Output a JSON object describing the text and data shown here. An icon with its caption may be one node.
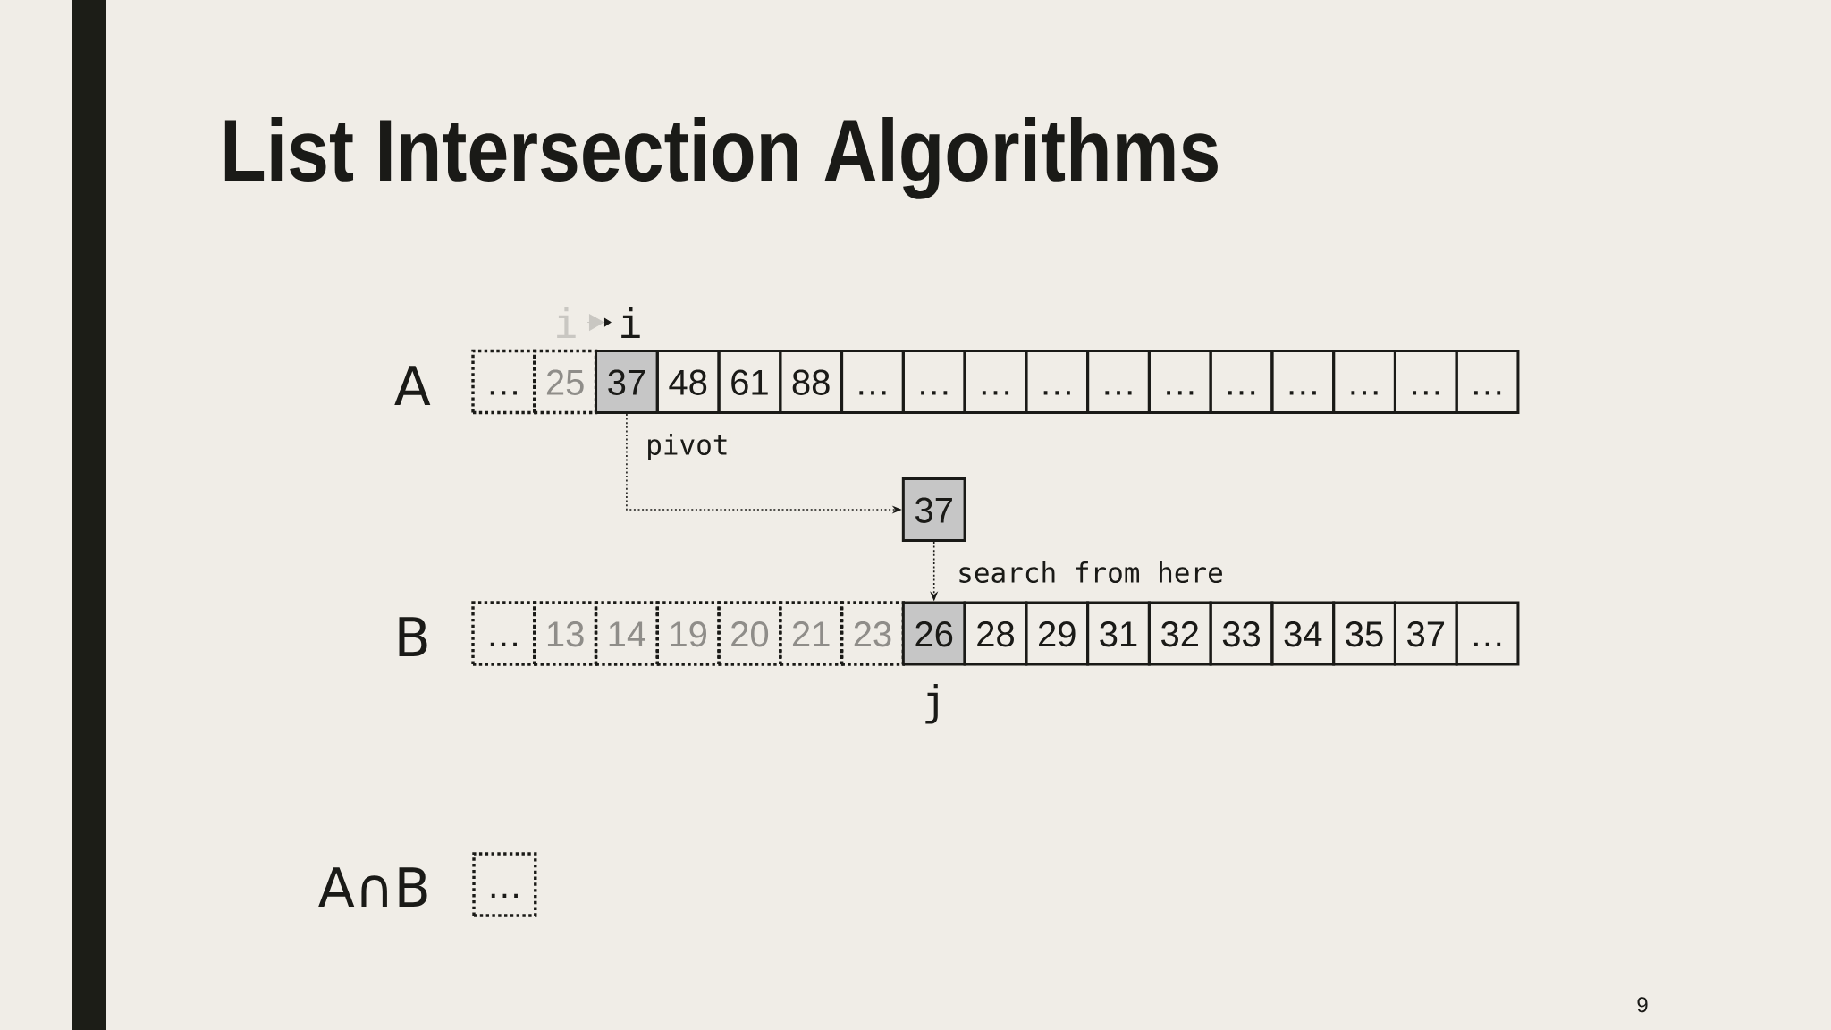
{
  "diagram": {
    "title": "List Intersection Algorithms",
    "nodes": [
      {
        "text": [
          "i"
        ]
      },
      {
        "text": [
          "i"
        ]
      },
      {
        "text": [
          "…"
        ]
      },
      {
        "text": [
          "25"
        ]
      },
      {
        "text": [
          "37"
        ]
      },
      {
        "text": [
          "48"
        ]
      },
      {
        "text": [
          "61"
        ]
      },
      {
        "text": [
          "88"
        ]
      },
      {
        "text": [
          "…"
        ]
      },
      {
        "text": [
          "…"
        ]
      },
      {
        "text": [
          "…"
        ]
      },
      {
        "text": [
          "…"
        ]
      },
      {
        "text": [
          "…"
        ]
      },
      {
        "text": [
          "…"
        ]
      },
      {
        "text": [
          "…"
        ]
      },
      {
        "text": [
          "…"
        ]
      },
      {
        "text": [
          "…"
        ]
      },
      {
        "text": [
          "…"
        ]
      },
      {
        "text": [
          "…"
        ]
      },
      {
        "text": [
          "37"
        ]
      },
      {
        "text": [
          "…"
        ]
      },
      {
        "text": [
          "13"
        ]
      },
      {
        "text": [
          "14"
        ]
      },
      {
        "text": [
          "19"
        ]
      },
      {
        "text": [
          "20"
        ]
      },
      {
        "text": [
          "21"
        ]
      },
      {
        "text": [
          "23"
        ]
      },
      {
        "text": [
          "26"
        ]
      },
      {
        "text": [
          "28"
        ]
      },
      {
        "text": [
          "29"
        ]
      },
      {
        "text": [
          "31"
        ]
      },
      {
        "text": [
          "32"
        ]
      },
      {
        "text": [
          "33"
        ]
      },
      {
        "text": [
          "34"
        ]
      },
      {
        "text": [
          "35"
        ]
      },
      {
        "text": [
          "37"
        ]
      },
      {
        "text": [
          "…"
        ]
      },
      {
        "text": [
          "…"
        ]
      },
      {
        "text": [],
        "shape": "bar"
      }
    ],
    "edges": [
      {
        "from": 0,
        "to": 1,
        "arrow": "to",
        "color": "#c9c7c2"
      },
      {
        "from": 4,
        "to": 19,
        "arrow": "to",
        "label": "pivot",
        "style": "dashed"
      },
      {
        "from": 19,
        "to": 27,
        "arrow": "to",
        "label": "search from here",
        "style": "dashed"
      }
    ],
    "labels": [
      "A",
      "B",
      "j",
      "A∩B",
      "9"
    ]
  }
}
